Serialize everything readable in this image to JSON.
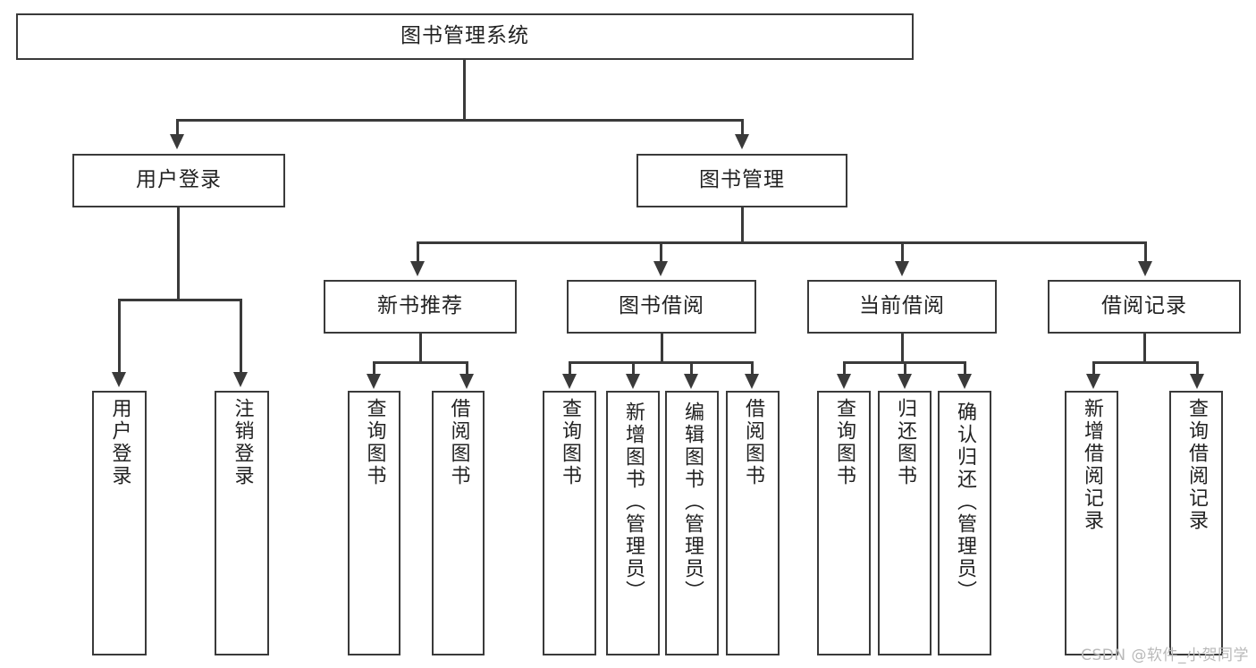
{
  "diagram": {
    "title": "图书管理系统",
    "type": "tree-hierarchy",
    "root": {
      "label": "图书管理系统"
    },
    "level2": [
      {
        "label": "用户登录"
      },
      {
        "label": "图书管理"
      }
    ],
    "level3": [
      {
        "label": "新书推荐"
      },
      {
        "label": "图书借阅"
      },
      {
        "label": "当前借阅"
      },
      {
        "label": "借阅记录"
      }
    ],
    "leaves_user_login": [
      {
        "label": "用户登录"
      },
      {
        "label": "注销登录"
      }
    ],
    "leaves_new_book": [
      {
        "label": "查询图书"
      },
      {
        "label": "借阅图书"
      }
    ],
    "leaves_book_borrow": [
      {
        "label": "查询图书"
      },
      {
        "label": "新增图书（管理员）"
      },
      {
        "label": "编辑图书（管理员）"
      },
      {
        "label": "借阅图书"
      }
    ],
    "leaves_current_borrow": [
      {
        "label": "查询图书"
      },
      {
        "label": "归还图书"
      },
      {
        "label": "确认归还（管理员）"
      }
    ],
    "leaves_borrow_record": [
      {
        "label": "新增借阅记录"
      },
      {
        "label": "查询借阅记录"
      }
    ]
  },
  "watermark": {
    "text": "CSDN @软件_小贺同学"
  },
  "colors": {
    "stroke": "#3a3a3a",
    "fill": "#ffffff",
    "text": "#222222",
    "watermark": "#b9b9b9"
  }
}
